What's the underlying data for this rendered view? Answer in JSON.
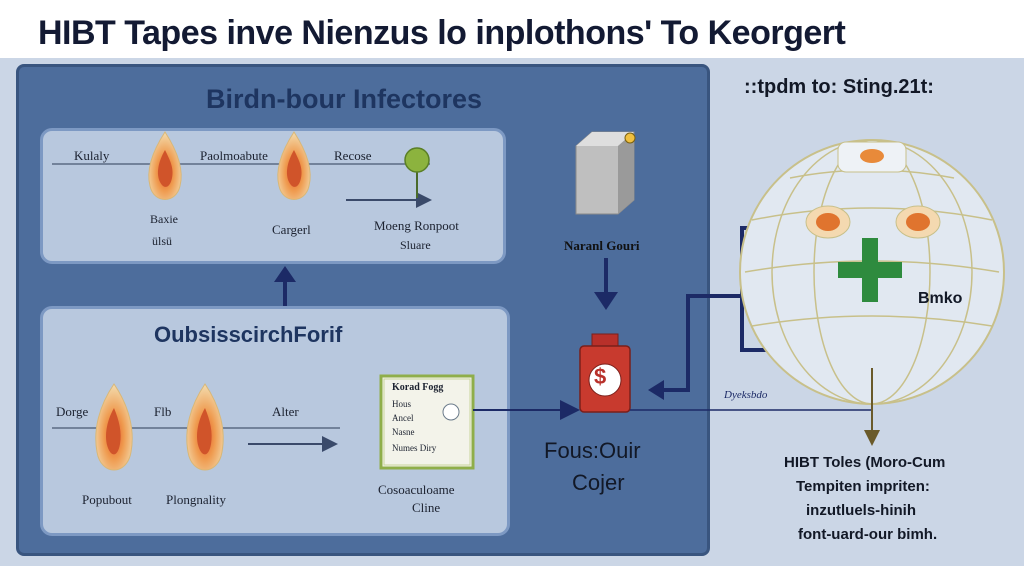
{
  "title": "HIBT Tapes inve Nienzus lo inplothons' To Keorgert",
  "top_panel": {
    "title": "Birdn-bour Infectores",
    "labels": [
      "Kulaly",
      "Paolmoabute",
      "Recose"
    ],
    "captions": {
      "first_line1": "Baxie",
      "first_line2": "ülsü",
      "second": "Cargerl",
      "third_line1": "Moeng Ronpoot",
      "third_line2": "Sluare"
    }
  },
  "bottom_panel": {
    "title": "OubsisscirchForif",
    "labels": [
      "Dorge",
      "Flb",
      "Alter"
    ],
    "captions": {
      "first": "Popubout",
      "second": "Plongnality"
    },
    "card": {
      "title": "Korad Fogg",
      "lines": [
        "Hous",
        "Ancel",
        "Nasne",
        "Numes Diry"
      ]
    },
    "card_caption_line1": "Cosoaculoame",
    "card_caption_line2": "Cline"
  },
  "middle": {
    "box_caption": "Naranl Gouri",
    "focus_line1": "Fous:Ouir",
    "focus_line2": "Cojer",
    "dollar": "$"
  },
  "right": {
    "top_label": "::tpdm to: Sting.21t:",
    "globe_label": "Bmko",
    "line_label": "Dyeksbdo",
    "caption_lines": [
      "HIBT Toles (Moro-Cum",
      "Tempiten impriten:",
      "inzutluels-hinih",
      "font-uard-our bimh."
    ]
  },
  "colors": {
    "panel": "#4d6d9c",
    "inner_box": "#b8c8de",
    "arrow": "#1c2a66",
    "plus": "#2e8b3e",
    "dollar_tag": "#c83a2e",
    "flame": "#e07a2e",
    "leaf": "#7aa83a"
  },
  "icons": [
    "flame-icon",
    "tree-icon",
    "server-box-icon",
    "dollar-tag-icon",
    "plus-icon",
    "document-card-icon",
    "globe-icon"
  ]
}
